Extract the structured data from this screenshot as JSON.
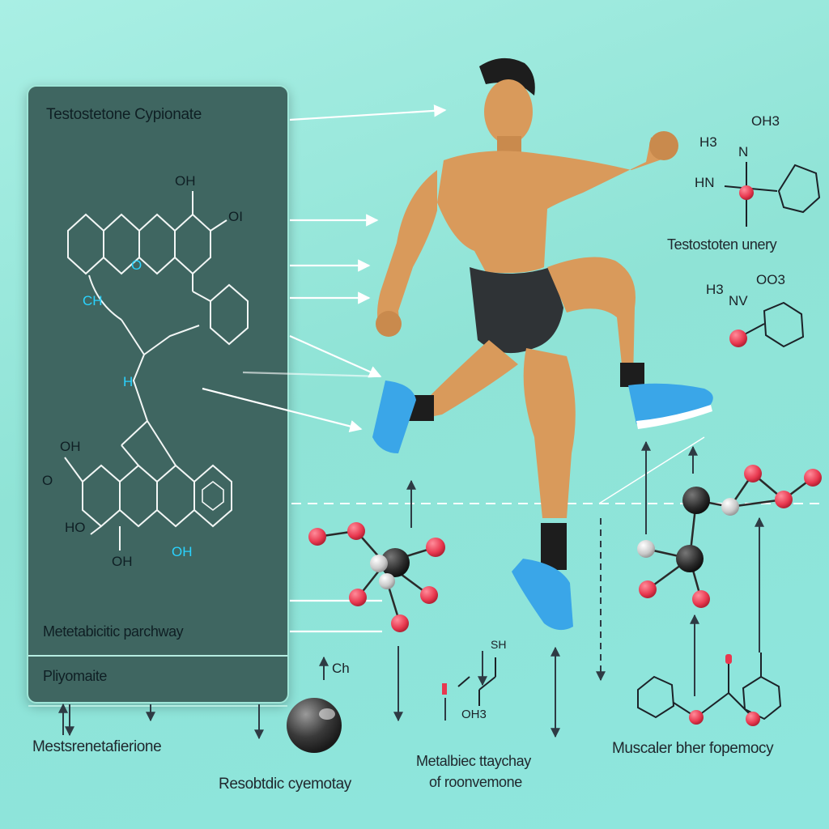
{
  "panel": {
    "title": "Testostetone Cypionate",
    "pathway_label": "Metetabicitic parchway",
    "sublabel": "Pliyomaite"
  },
  "molecule_labels": {
    "oh_top_a": "OH",
    "oh_top_b": "OI",
    "o_ring": "O",
    "ch_left": "CH",
    "h_mid": "H",
    "oh_low_a": "OH",
    "o_low": "O",
    "ho_low": "HO",
    "oh_low_b": "OH",
    "oh_low_c": "OH",
    "h3_a": "H3",
    "oh3_a": "OH3",
    "n_a": "N",
    "hn_a": "HN",
    "h3_b": "H3",
    "nv_b": "NV",
    "o3_b": "OO3",
    "ch_small": "Ch",
    "sh_small": "SH",
    "oh3_small": "OH3"
  },
  "labels": {
    "right_top": "Testostoten unery",
    "bottom_left": "Mestsrenetafierione",
    "bottom_ball": "Resobtdic cyemotay",
    "bottom_mid_line1": "Metalbiec ttaychay",
    "bottom_mid_line2": "of roonvemone",
    "bottom_right": "Muscaler bher fopemocy"
  },
  "colors": {
    "background": "#8fe3d6",
    "panel": "#3f6661",
    "atom_red": "#e8384f",
    "atom_black": "#2a2a2a",
    "atom_grey": "#c9c9c9",
    "shoe_blue": "#3aa6e8",
    "skin": "#d99a5b"
  }
}
